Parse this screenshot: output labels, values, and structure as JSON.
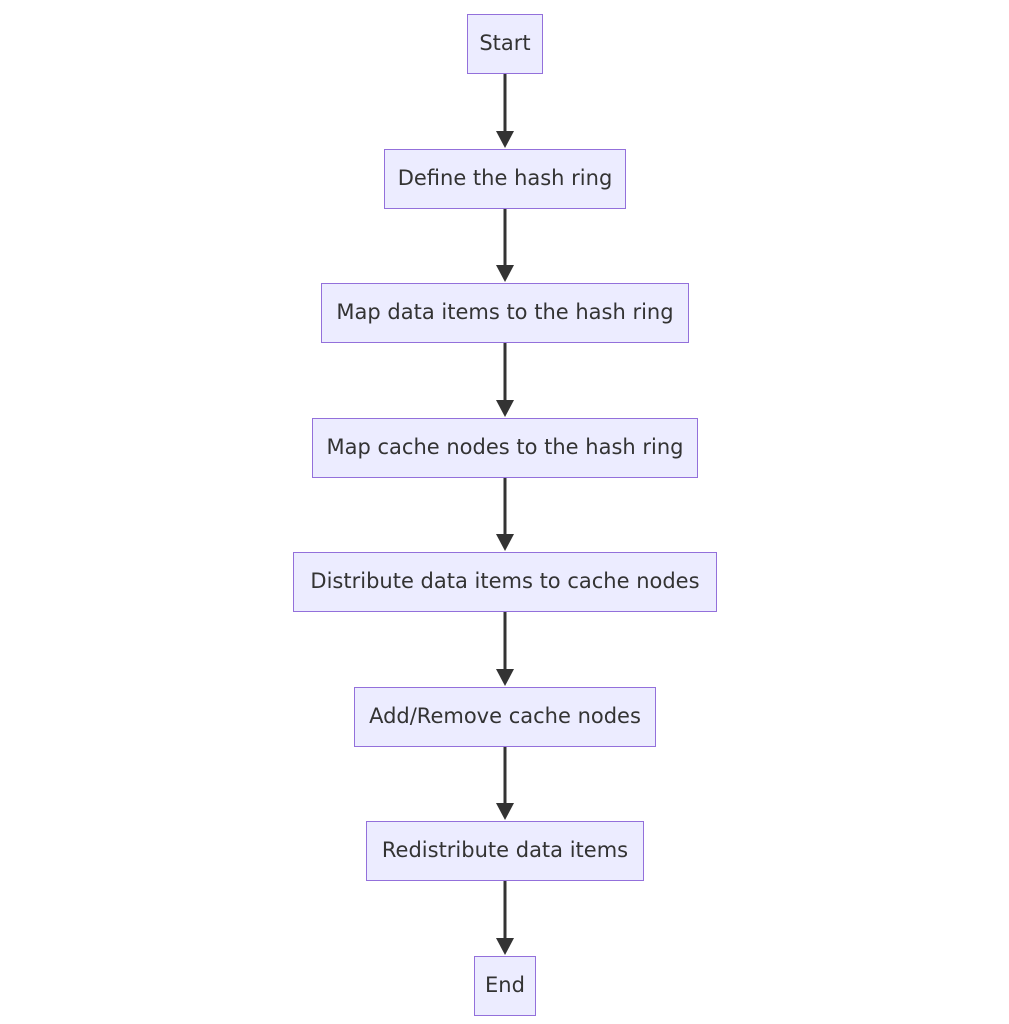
{
  "diagram": {
    "type": "flowchart",
    "direction": "top-to-bottom",
    "node_fill": "#ececff",
    "node_border": "#9370db",
    "arrow_color": "#333333",
    "nodes": [
      {
        "id": "start",
        "label": "Start"
      },
      {
        "id": "define-ring",
        "label": "Define the hash ring"
      },
      {
        "id": "map-data-items",
        "label": "Map data items to the hash ring"
      },
      {
        "id": "map-cache-nodes",
        "label": "Map cache nodes to the hash ring"
      },
      {
        "id": "distribute",
        "label": "Distribute data items to cache nodes"
      },
      {
        "id": "add-remove",
        "label": "Add/Remove cache nodes"
      },
      {
        "id": "redistribute",
        "label": "Redistribute data items"
      },
      {
        "id": "end",
        "label": "End"
      }
    ],
    "edges": [
      {
        "from": "start",
        "to": "define-ring"
      },
      {
        "from": "define-ring",
        "to": "map-data-items"
      },
      {
        "from": "map-data-items",
        "to": "map-cache-nodes"
      },
      {
        "from": "map-cache-nodes",
        "to": "distribute"
      },
      {
        "from": "distribute",
        "to": "add-remove"
      },
      {
        "from": "add-remove",
        "to": "redistribute"
      },
      {
        "from": "redistribute",
        "to": "end"
      }
    ]
  }
}
